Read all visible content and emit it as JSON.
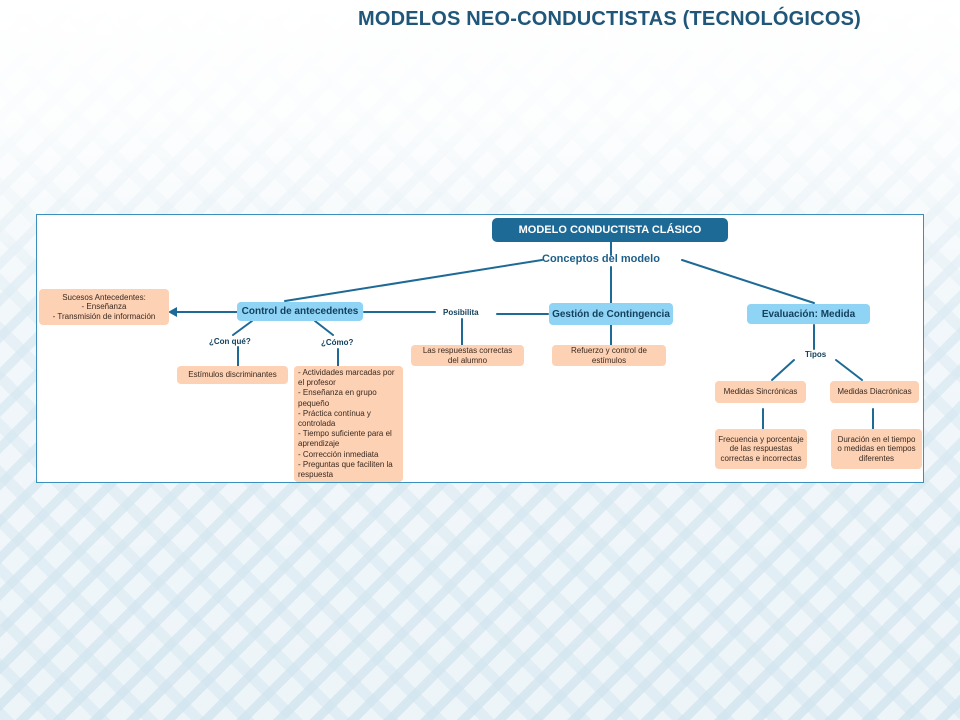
{
  "slide": {
    "title": "MODELOS NEO-CONDUCTISTAS (TECNOLÓGICOS)"
  },
  "concept_map": {
    "root": "MODELO CONDUCTISTA CLÁSICO",
    "subtitle": "Conceptos del modelo",
    "antecedentes": {
      "label": "Control de antecedentes",
      "sucesos": {
        "lines": [
          "Sucesos Antecedentes:",
          "- Enseñanza",
          "- Transmisión de información"
        ]
      },
      "con_que_label": "¿Con qué?",
      "con_que_box": "Estímulos discriminantes",
      "como_label": "¿Cómo?",
      "como_box": {
        "lines": [
          "- Actividades marcadas por",
          "el profesor",
          "- Enseñanza en grupo",
          "pequeño",
          "- Práctica contínua y",
          "controlada",
          "- Tiempo suficiente para el",
          "aprendizaje",
          "- Corrección inmediata",
          "- Preguntas que faciliten la",
          "respuesta"
        ]
      }
    },
    "posibilita": {
      "label": "Posibilita",
      "box": {
        "lines": [
          "Las respuestas correctas",
          "del alumno"
        ]
      }
    },
    "contingencia": {
      "label": "Gestión de Contingencia",
      "box": {
        "lines": [
          "Refuerzo y control de",
          "estímulos"
        ]
      }
    },
    "evaluacion": {
      "label": "Evaluación: Medida",
      "tipos_label": "Tipos",
      "sincronicas": {
        "label": "Medidas Sincrónicas",
        "box": {
          "lines": [
            "Frecuencia y porcentaje",
            "de las respuestas",
            "correctas e incorrectas"
          ]
        }
      },
      "diacronicas": {
        "label": "Medidas Diacrónicas",
        "box": {
          "lines": [
            "Duración en el tiempo",
            "o medidas en tiempos",
            "diferentes"
          ]
        }
      }
    },
    "colors": {
      "root_fill": "#1d6a96",
      "node_fill": "#8fd3f5",
      "leaf_fill": "#fdd1b4",
      "line": "#1d6a96",
      "title": "#1f5679"
    }
  }
}
